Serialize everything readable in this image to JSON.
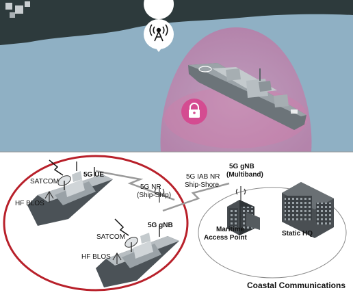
{
  "labels": {
    "satcom_top": "SATCOM",
    "hf_blos_top": "HF BLOS",
    "ue": "5G UE",
    "nr_ship_ship_1": "5G NR",
    "nr_ship_ship_2": "(Ship-Ship)",
    "iab_1": "5G IAB NR",
    "iab_2": "Ship-Shore",
    "gnb_multiband_1": "5G gNB",
    "gnb_multiband_2": "(Multiband)",
    "gnb_ship": "5G gNB",
    "satcom_bottom": "SATCOM",
    "hf_blos_bottom": "HF BLOS",
    "maritime_1": "Maritime",
    "maritime_2": "Access Point",
    "static_hq": "Static HQ",
    "caption": "Coastal Communications"
  },
  "icons": [
    "antenna-icon",
    "lock-icon",
    "satellite-dish-icon"
  ],
  "colors": {
    "sea": "#8fb0c4",
    "land": "#2d3a3c",
    "dome": "#d97aa6",
    "lock_badge": "#d44c91",
    "fleet_ring": "#b8202a",
    "ship_hull": "#7e868b",
    "building": "#4a4f53"
  }
}
